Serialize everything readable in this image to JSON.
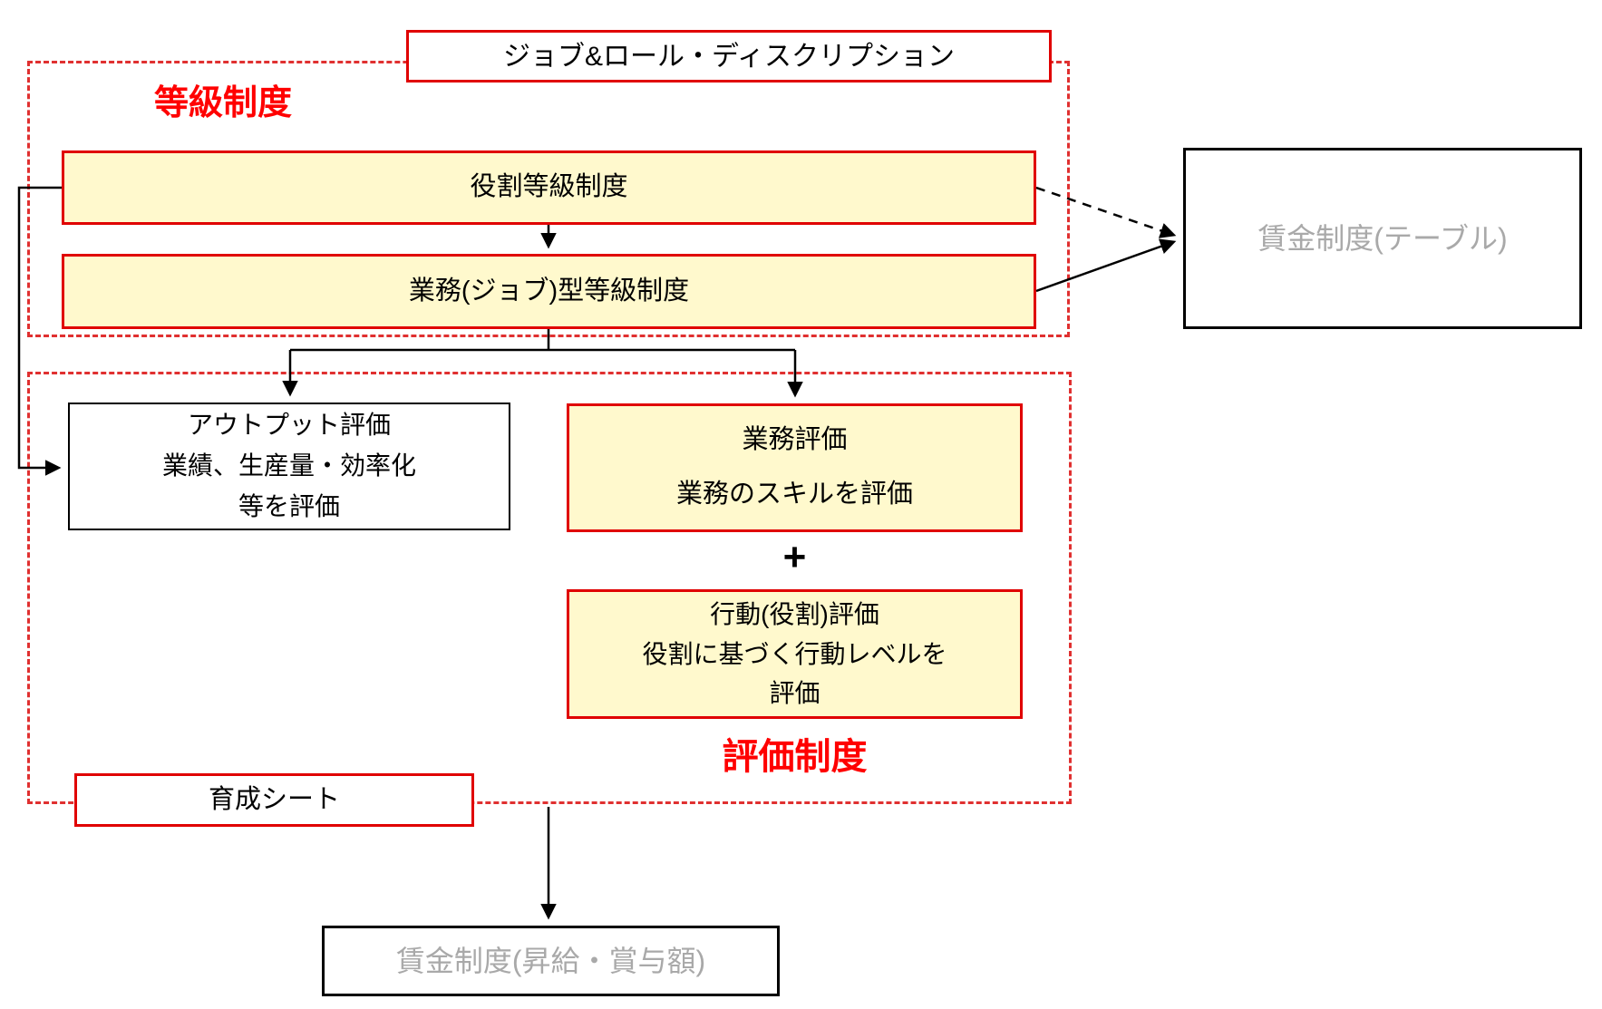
{
  "diagram": {
    "grade_section_label": "等級制度",
    "eval_section_label": "評価制度",
    "plus_sign": "+",
    "nodes": {
      "job_role_description": {
        "label": "ジョブ&ロール・ディスクリプション"
      },
      "role_grade": {
        "label": "役割等級制度"
      },
      "job_grade": {
        "label": "業務(ジョブ)型等級制度"
      },
      "wage_table": {
        "label": "賃金制度(テーブル)"
      },
      "output_eval": {
        "lines": [
          "アウトプット評価",
          "業績、生産量・効率化",
          "等を評価"
        ]
      },
      "task_eval": {
        "lines": [
          "業務評価",
          "業務のスキルを評価"
        ]
      },
      "behavior_eval": {
        "lines": [
          "行動(役割)評価",
          "役割に基づく行動レベルを",
          "評価"
        ]
      },
      "development_sheet": {
        "label": "育成シート"
      },
      "wage_raise": {
        "label": "賃金制度(昇給・賞与額)"
      }
    },
    "colors": {
      "solid_red_border": "#e00000",
      "dashed_red": "#e03030",
      "label_red": "#ff0000",
      "node_yellow": "#fff9cd",
      "muted_gray_text": "#a9a9a9",
      "arrow_black": "#000000"
    }
  }
}
